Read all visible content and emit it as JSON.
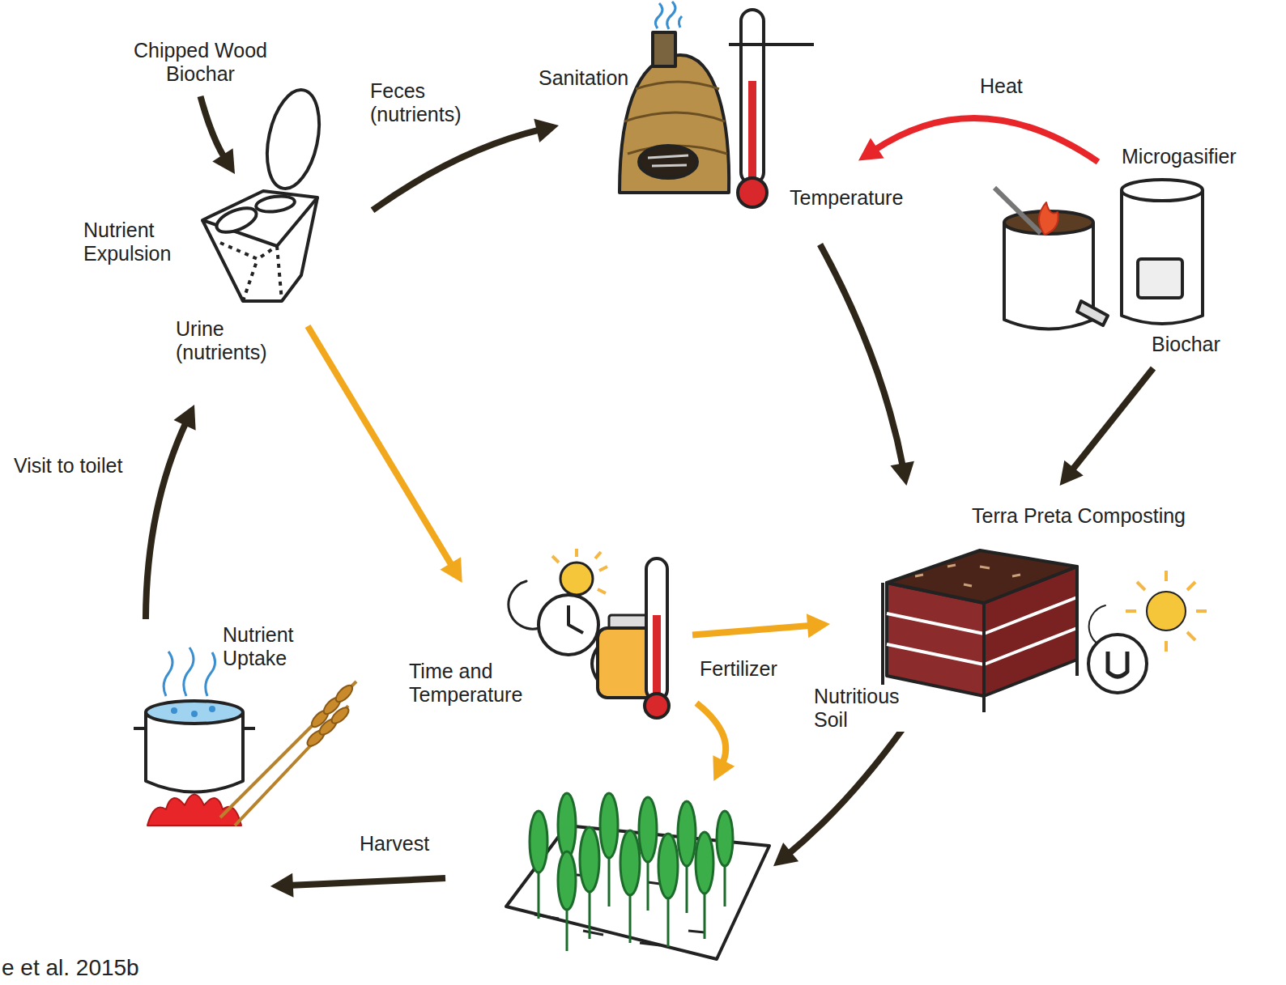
{
  "diagram": {
    "nodes": [
      {
        "text": [
          "Chipped Wood Biochar"
        ]
      },
      {
        "text": [
          "Nutrient Expulsion"
        ]
      },
      {
        "text": [
          "Sanitation",
          "Temperature"
        ]
      },
      {
        "text": [
          "Microgasifier"
        ]
      },
      {
        "text": [
          "Terra Preta Composting"
        ]
      },
      {
        "text": [
          "Time and Temperature"
        ]
      },
      {
        "text": []
      },
      {
        "text": [
          "Nutrient Uptake"
        ]
      }
    ],
    "edges": [
      {
        "from": 0,
        "to": 1,
        "arrow": "to"
      },
      {
        "from": 1,
        "to": 2,
        "label": "Feces (nutrients)",
        "arrow": "to"
      },
      {
        "from": 3,
        "to": 2,
        "label": "Heat",
        "arrow": "to"
      },
      {
        "from": 2,
        "to": 4,
        "arrow": "to"
      },
      {
        "from": 3,
        "to": 4,
        "label": "Biochar",
        "arrow": "to"
      },
      {
        "from": 1,
        "to": 5,
        "label": "Urine (nutrients)",
        "arrow": "to"
      },
      {
        "from": 5,
        "to": 4,
        "label": "Fertilizer",
        "arrow": "to"
      },
      {
        "from": 5,
        "to": 6,
        "arrow": "to"
      },
      {
        "from": 4,
        "to": 6,
        "label": "Nutritious Soil",
        "arrow": "to"
      },
      {
        "from": 6,
        "to": 7,
        "label": "Harvest",
        "arrow": "to"
      },
      {
        "from": 7,
        "to": 1,
        "label": "Visit to toilet",
        "arrow": "to"
      }
    ],
    "labels": [
      "e et al. 2015b"
    ]
  }
}
